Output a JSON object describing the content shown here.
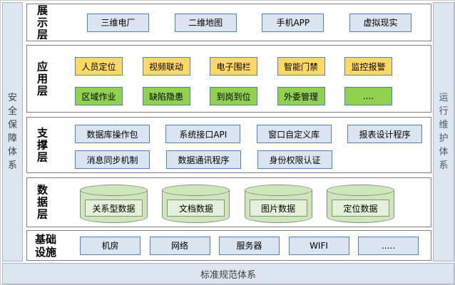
{
  "frame": {
    "left_bar": "安全保障体系",
    "right_bar": "运行维护体系",
    "bottom_bar": "标准规范体系"
  },
  "presentation": {
    "label": "展示层",
    "items": [
      "三维电厂",
      "二维地图",
      "手机APP",
      "虚拟现实"
    ]
  },
  "application": {
    "label": "应用层",
    "row1": [
      "人员定位",
      "视频联动",
      "电子围栏",
      "智能门禁",
      "监控报警"
    ],
    "row2": [
      "区域作业",
      "缺陷隐患",
      "到岗到位",
      "外委管理",
      "...."
    ]
  },
  "support": {
    "label": "支撑层",
    "row1": [
      "数据库操作包",
      "系统接口API",
      "窗口自定义库",
      "报表设计程序"
    ],
    "row2": [
      "消息同步机制",
      "数据通讯程序",
      "身份权限认证"
    ]
  },
  "data_layer": {
    "label": "数据层",
    "items": [
      "关系型数据",
      "文档数据",
      "图片数据",
      "定位数据"
    ]
  },
  "infrastructure": {
    "label": "基础设施",
    "items": [
      "机房",
      "网络",
      "服务器",
      "WIFI",
      "....."
    ]
  },
  "colors": {
    "frame_fill": "#dce6f1",
    "box_blue_fill": "#dbe5f1",
    "box_yellow_fill": "#ffd966",
    "box_green_fill": "#92d050",
    "cylinder_fill": "#cde6ba",
    "box_border": "#4f81bd",
    "layer_border": "#7f7f7f"
  }
}
